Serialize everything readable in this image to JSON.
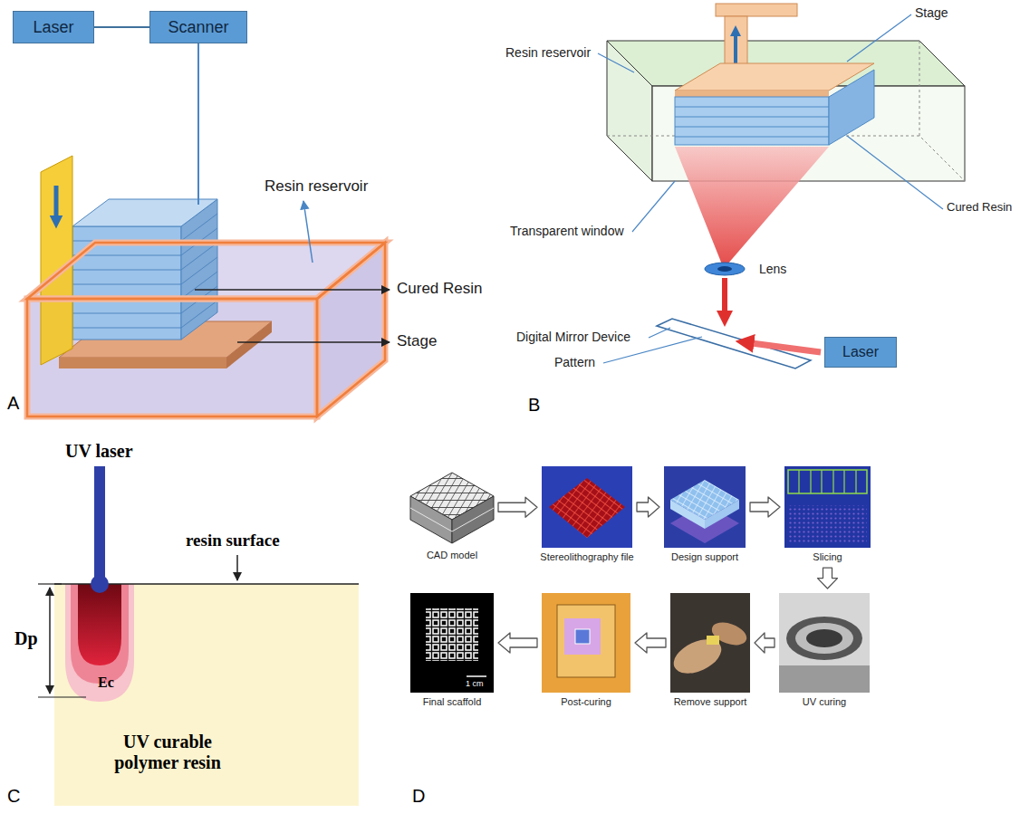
{
  "diagram": {
    "nodes": [
      {
        "text": [
          "Laser"
        ]
      },
      {
        "text": [
          "Scanner"
        ]
      },
      {
        "text": [
          "Laser"
        ]
      },
      {
        "text": [
          "CAD model"
        ]
      },
      {
        "text": [
          "Stereolithography file"
        ]
      },
      {
        "text": [
          "Design support"
        ]
      },
      {
        "text": [
          "Slicing"
        ]
      },
      {
        "text": [
          "UV curing"
        ]
      },
      {
        "text": [
          "Remove support"
        ]
      },
      {
        "text": [
          "Post-curing"
        ]
      },
      {
        "text": [
          "Final scaffold"
        ]
      }
    ],
    "edges": [
      {
        "from": 0,
        "to": 1,
        "arrow": "none"
      },
      {
        "from": 3,
        "to": 4,
        "arrow": "to"
      },
      {
        "from": 4,
        "to": 5,
        "arrow": "to"
      },
      {
        "from": 5,
        "to": 6,
        "arrow": "to"
      },
      {
        "from": 6,
        "to": 7,
        "arrow": "to"
      },
      {
        "from": 7,
        "to": 8,
        "arrow": "to"
      },
      {
        "from": 8,
        "to": 9,
        "arrow": "to"
      },
      {
        "from": 9,
        "to": 10,
        "arrow": "to"
      }
    ],
    "labels": [
      "Resin reservoir",
      "Cured Resin",
      "Stage",
      "A",
      "Stage",
      "Resin reservoir",
      "Cured Resin",
      "Transparent window",
      "Lens",
      "Digital Mirror Device",
      "Pattern",
      "B",
      "UV laser",
      "resin surface",
      "Dp",
      "Ec",
      "UV curable polymer resin",
      "C",
      "1 cm",
      "D"
    ]
  }
}
